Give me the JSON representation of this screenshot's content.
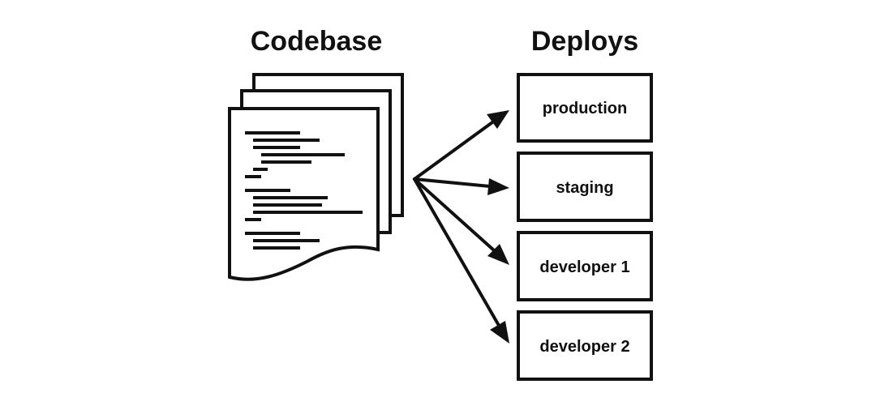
{
  "codebase": {
    "title": "Codebase",
    "icon": "stacked-document-icon"
  },
  "deploys": {
    "title": "Deploys",
    "items": [
      {
        "label": "production"
      },
      {
        "label": "staging"
      },
      {
        "label": "developer 1"
      },
      {
        "label": "developer 2"
      }
    ]
  },
  "colors": {
    "stroke": "#111111",
    "background": "#ffffff"
  }
}
